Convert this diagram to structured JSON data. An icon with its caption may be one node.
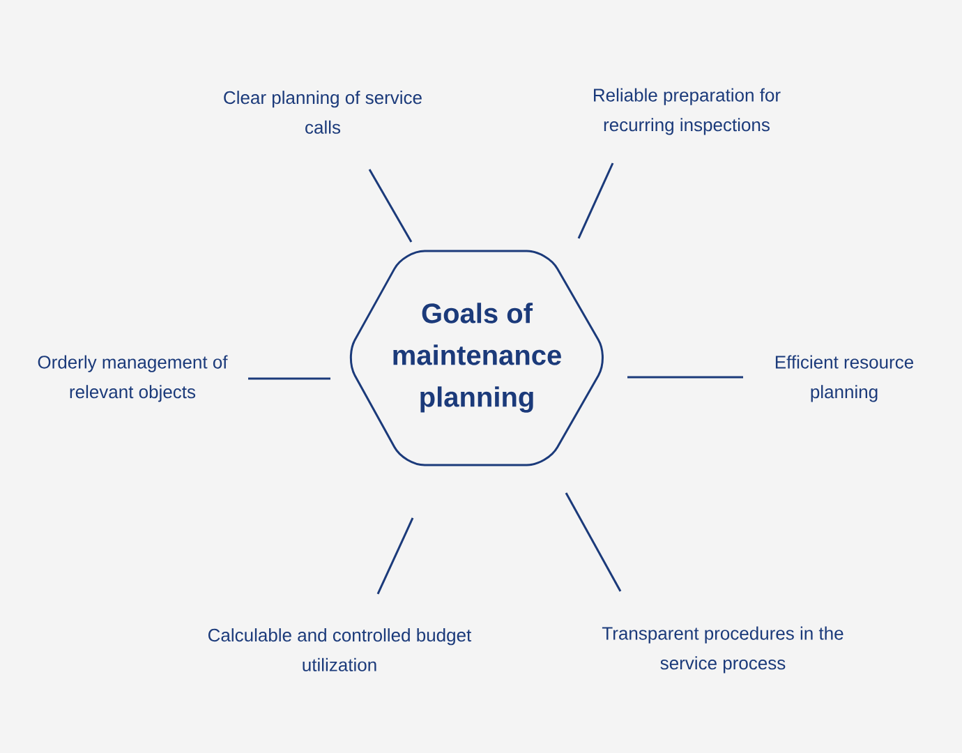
{
  "diagram": {
    "nodes": [
      {
        "text": [
          "Goals of maintenance planning"
        ]
      },
      {
        "text": [
          "Clear planning of service calls"
        ]
      },
      {
        "text": [
          "Reliable preparation for recurring inspections"
        ]
      },
      {
        "text": [
          "Orderly management of relevant objects"
        ]
      },
      {
        "text": [
          "Efficient resource planning"
        ]
      },
      {
        "text": [
          "Calculable and controlled budget utilization"
        ]
      },
      {
        "text": [
          "Transparent procedures in the service process"
        ]
      }
    ],
    "edges": [
      {
        "from": 0,
        "to": 1,
        "arrow": "none"
      },
      {
        "from": 0,
        "to": 2,
        "arrow": "none"
      },
      {
        "from": 0,
        "to": 3,
        "arrow": "none"
      },
      {
        "from": 0,
        "to": 4,
        "arrow": "none"
      },
      {
        "from": 0,
        "to": 5,
        "arrow": "none"
      },
      {
        "from": 0,
        "to": 6,
        "arrow": "none"
      }
    ]
  }
}
